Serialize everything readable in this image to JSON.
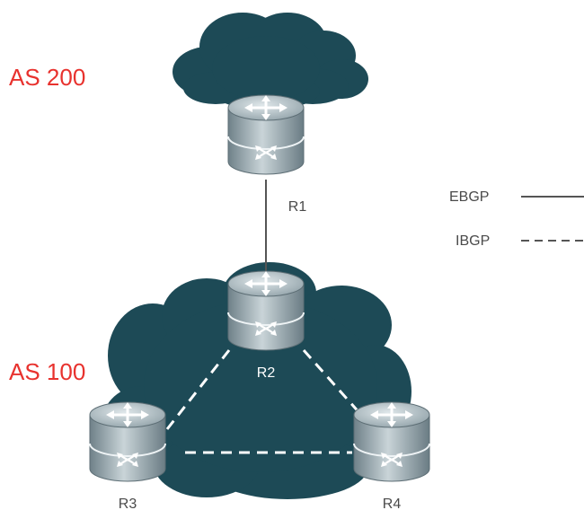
{
  "as_labels": {
    "top": "AS 200",
    "bottom": "AS 100"
  },
  "routers": [
    "R1",
    "R2",
    "R3",
    "R4"
  ],
  "legend": {
    "ebgp": "EBGP",
    "ibgp": "IBGP"
  },
  "colors": {
    "cloud": "#1d4a56",
    "as_label": "#e8322e",
    "router_body": "#9fb0b6",
    "text": "#4a4a4a"
  },
  "icons": [
    "cloud-icon",
    "router-icon"
  ]
}
